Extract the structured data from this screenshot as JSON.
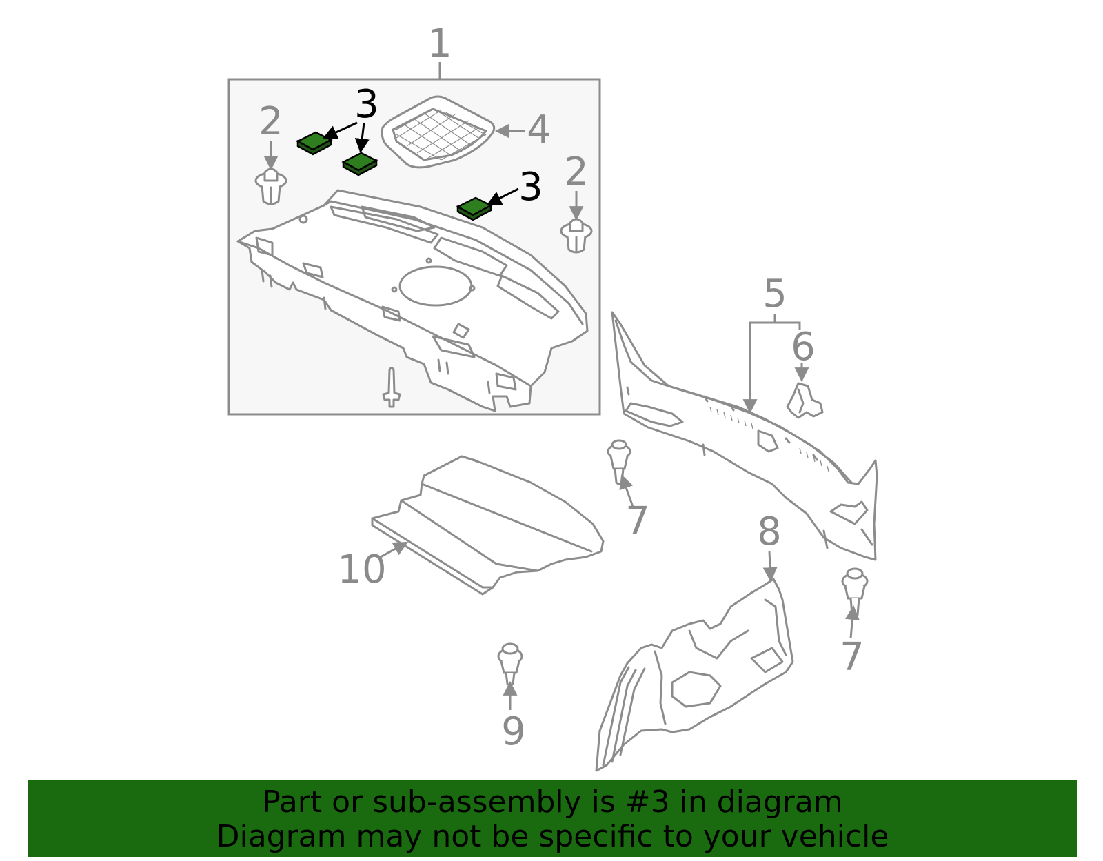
{
  "callouts": {
    "c1": "1",
    "c2a": "2",
    "c2b": "2",
    "c3a": "3",
    "c3b": "3",
    "c4": "4",
    "c5": "5",
    "c6": "6",
    "c7a": "7",
    "c7b": "7",
    "c8": "8",
    "c9": "9",
    "c10": "10"
  },
  "highlight_part": "3",
  "colors": {
    "highlight_fill": "#2e7d1e",
    "banner_bg": "#1a6b10",
    "line_gray": "#8c8c8c",
    "box_bg": "#f7f7f7"
  },
  "banner": {
    "line1": "Part or sub-assembly is #3 in diagram",
    "line2": "Diagram may not be specific to your vehicle"
  }
}
